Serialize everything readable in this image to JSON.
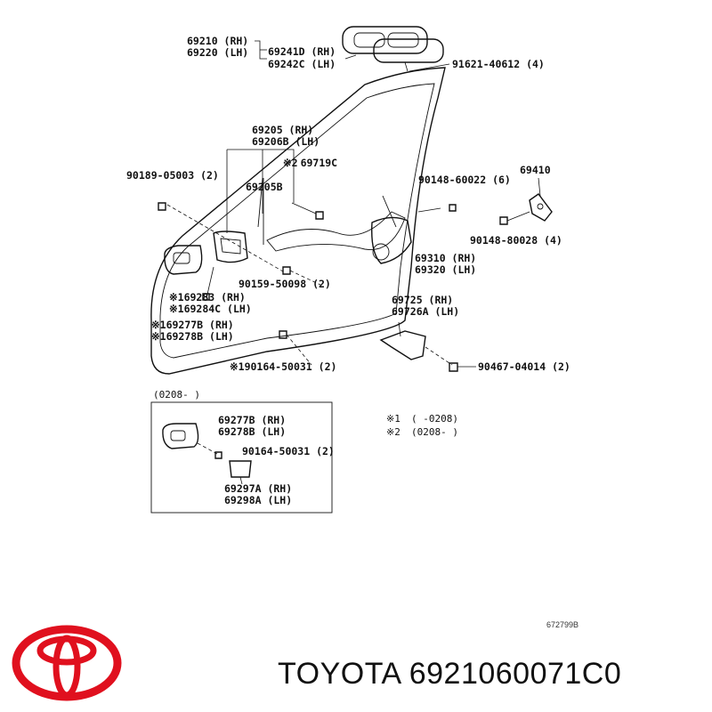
{
  "diagram": {
    "labels": {
      "l1": "69210 (RH)",
      "l2": "69220 (LH)",
      "l3": "69241D (RH)",
      "l4": "69242C (LH)",
      "l5": "91621-40612 (4)",
      "l6": "69205  (RH)",
      "l7": "69206B (LH)",
      "l8": "69719C",
      "l9": "90189-05003 (2)",
      "l10": "69205B",
      "l11": "90148-60022 (6)",
      "l12": "69410",
      "l13": "90148-80028 (4)",
      "l14": "69310 (RH)",
      "l15": "69320 (LH)",
      "l16": "90159-50098 (2)",
      "l17": "69283  (RH)",
      "l18": "69284C (LH)",
      "l19": "69725  (RH)",
      "l20": "69726A (LH)",
      "l21": "69277B (RH)",
      "l22": "69278B (LH)",
      "l23": "90164-50031 (2)",
      "l24": "90467-04014 (2)"
    },
    "mark1": "※1",
    "mark2": "※2",
    "inset": {
      "range": "(0208-    )",
      "l1": "69277B (RH)",
      "l2": "69278B (LH)",
      "l3": "90164-50031 (2)",
      "l4": "69297A (RH)",
      "l5": "69298A (LH)"
    },
    "legend": {
      "row1_mark": "※1",
      "row1_range": "(      -0208)",
      "row2_mark": "※2",
      "row2_range": "(0208-      )"
    },
    "figure_code": "672799B"
  },
  "brand": {
    "text": "TOYOTA 6921060071C0",
    "colors": {
      "logo": "#e0101e"
    }
  }
}
